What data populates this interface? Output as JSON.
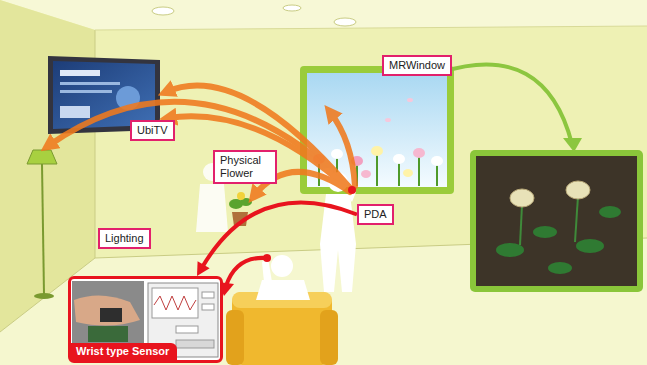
{
  "diagram": {
    "nodes": [
      {
        "text": [
          "MRWindow"
        ]
      },
      {
        "text": [
          "UbiTV"
        ]
      },
      {
        "text": [
          "Physical Flower"
        ]
      },
      {
        "text": [
          "PDA"
        ]
      },
      {
        "text": [
          "Lighting"
        ]
      },
      {
        "text": [
          "Wrist type Sensor"
        ]
      }
    ],
    "edges": [
      {
        "from": 3,
        "to": 5,
        "arrow": "to"
      }
    ]
  }
}
